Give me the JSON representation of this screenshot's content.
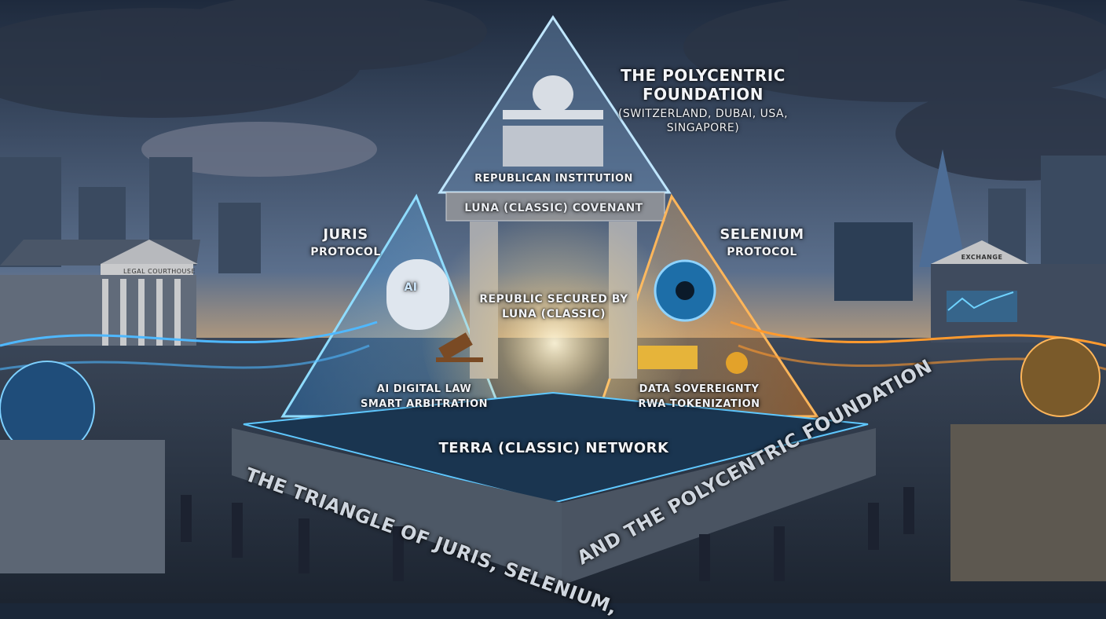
{
  "foundation": {
    "title": "THE POLYCENTRIC FOUNDATION",
    "locations": "(SWITZERLAND, DUBAI, USA, SINGAPORE)"
  },
  "apex": {
    "institution": "REPUBLICAN INSTITUTION",
    "covenant": "LUNA (CLASSIC) COVENANT"
  },
  "juris": {
    "name": "JURIS",
    "sub": "PROTOCOL",
    "line1": "AI DIGITAL LAW",
    "line2": "SMART ARBITRATION",
    "badge": "AI"
  },
  "selenium": {
    "name": "SELENIUM",
    "sub": "PROTOCOL",
    "line1": "DATA SOVEREIGNTY",
    "line2": "RWA TOKENIZATION"
  },
  "center": {
    "text": "REPUBLIC SECURED BY LUNA (CLASSIC)"
  },
  "network": {
    "label": "TERRA (CLASSIC) NETWORK"
  },
  "base": {
    "left": "THE TRIANGLE OF JURIS, SELENIUM,",
    "right": "AND THE POLYCENTRIC FOUNDATION"
  },
  "buildings": {
    "courthouse": "LEGAL COURTHOUSE",
    "exchange": "EXCHANGE"
  },
  "colors": {
    "blue": "#4fb8ff",
    "orange": "#ff9a2e",
    "sky": "#2a3c58"
  }
}
